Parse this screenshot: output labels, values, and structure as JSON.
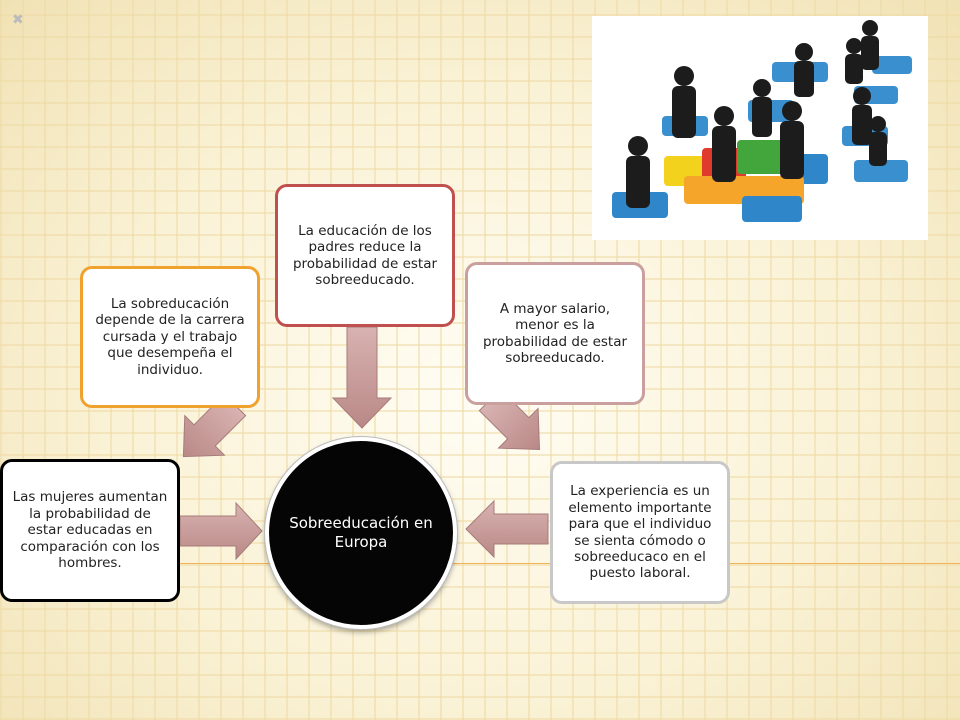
{
  "slide_mark": "✖",
  "center": {
    "label": "Sobreeducación en Europa"
  },
  "nodes": {
    "women": "Las mujeres aumentan la probabilidad de estar educadas en comparación con los hombres.",
    "career": "La sobreducación depende de la carrera cursada y el trabajo que desempeña el individuo.",
    "parents": "La educación de los padres reduce la probabilidad de estar sobreeducado.",
    "salary": "A mayor salario, menor es la probabilidad de estar sobreeducado.",
    "experience": "La experiencia es un elemento importante para que el individuo se sienta cómodo o sobreeducaco en el puesto laboral."
  },
  "colors": {
    "arrow_fill": "#c79a98",
    "arrow_stroke": "#a67c7a",
    "career_border": "#f0a22e",
    "parents_border": "#c0504d",
    "salary_border": "#c9a09e",
    "experience_border": "#c8c8c8",
    "women_border": "#000000",
    "center_fill": "#050505"
  }
}
